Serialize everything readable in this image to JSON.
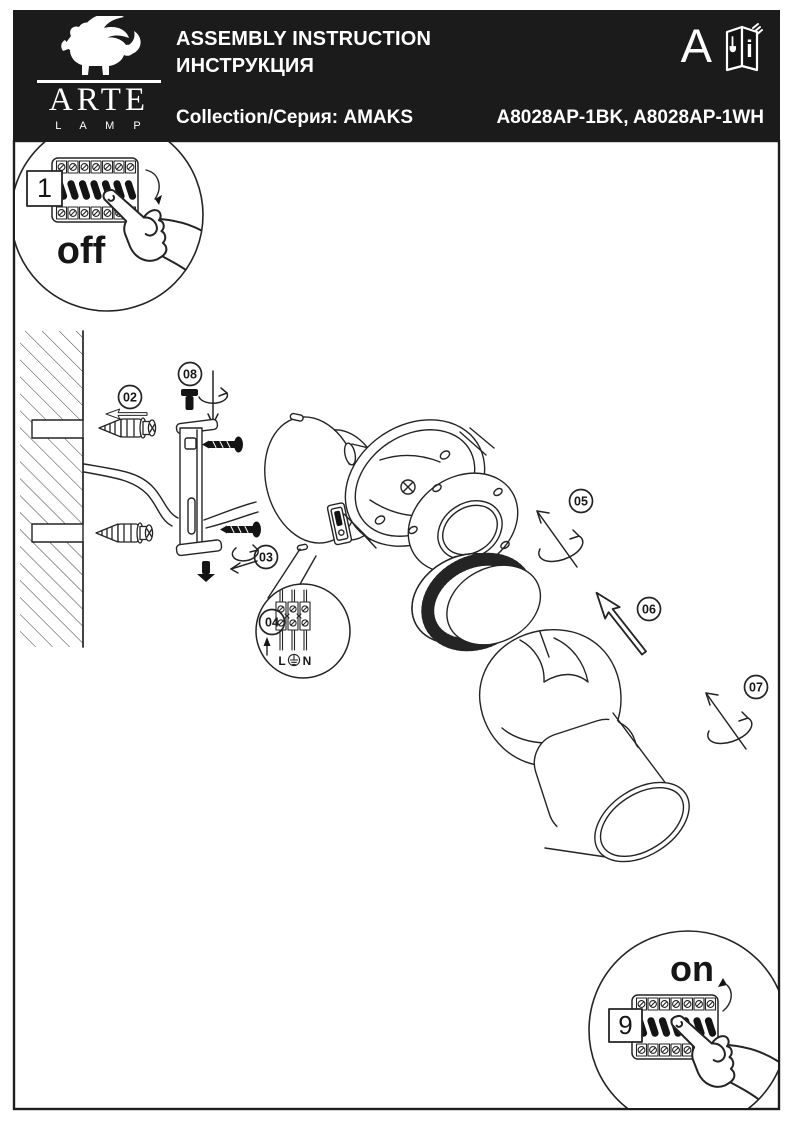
{
  "header": {
    "brand": "ARTE",
    "brand_sub": "L A M P",
    "logo_icon": "winged-lion-icon",
    "title_en": "ASSEMBLY INSTRUCTION",
    "title_ru": "ИНСТРУКЦИЯ",
    "collection": "Collection/Серия: AMAKS",
    "models": "A8028AP-1BK, A8028AP-1WH",
    "marking_letter": "A",
    "manual_icon": "book-info-icon",
    "manual_icon_letter": "i"
  },
  "steps": {
    "power_off": {
      "number": "1",
      "label": "off"
    },
    "power_on": {
      "number": "9",
      "label": "on"
    }
  },
  "labels": {
    "l02": "02",
    "l03": "03",
    "l04": "04",
    "l05": "05",
    "l06": "06",
    "l07": "07",
    "l08": "08"
  },
  "terminal": {
    "l": "L",
    "n": "N",
    "earth_icon": "earth-ground-icon"
  },
  "colors": {
    "header_bg": "#1b1b1b",
    "line": "#242424",
    "paper": "#ffffff"
  }
}
